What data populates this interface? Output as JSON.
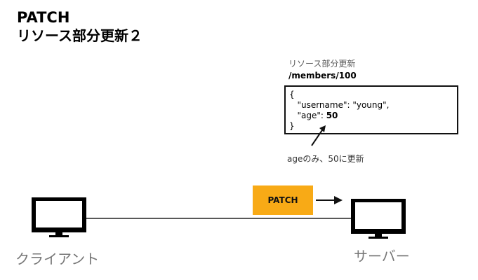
{
  "title": {
    "main": "PATCH",
    "sub": "リソース部分更新２"
  },
  "note": {
    "label": "リソース部分更新",
    "path": "/members/100"
  },
  "json_body": {
    "open": "{",
    "line1": "\"username\": \"young\",",
    "line2_key": "\"age\": ",
    "line2_value": "50",
    "close": "}"
  },
  "annotation": "ageのみ、50に更新",
  "request": {
    "method_label": "PATCH"
  },
  "labels": {
    "client": "クライアント",
    "server": "サーバー"
  },
  "colors": {
    "method_box": "#f8aa16",
    "label_gray": "#777777"
  },
  "icons": {
    "client": "computer-monitor-icon",
    "server": "computer-monitor-icon",
    "arrow": "arrow-right-icon",
    "pointer": "arrow-up-right-icon"
  }
}
